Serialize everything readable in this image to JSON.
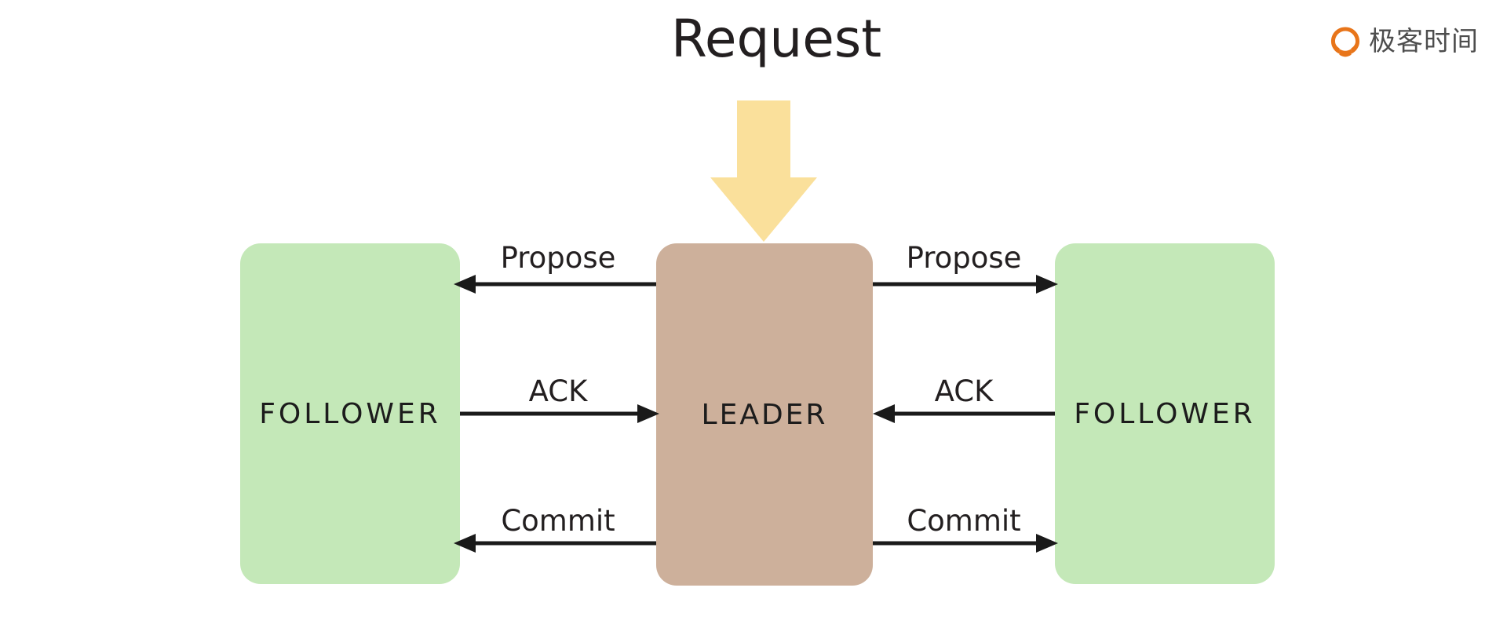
{
  "page": {
    "title": "Request",
    "background_color": "#ffffff"
  },
  "brand": {
    "name": "极客时间",
    "icon": "geektime-logo-icon",
    "icon_color": "#E8751A",
    "text_color": "#4d4d4d"
  },
  "colors": {
    "follower_fill": "#C4E8B8",
    "leader_fill": "#CDB09B",
    "request_arrow_fill": "#FAE09B",
    "message_arrow_stroke": "#1a1a1a",
    "text": "#231f20"
  },
  "nodes": [
    {
      "id": "follower-left",
      "label": "FOLLOWER",
      "role": "follower",
      "color": "#C4E8B8"
    },
    {
      "id": "leader",
      "label": "LEADER",
      "role": "leader",
      "color": "#CDB09B"
    },
    {
      "id": "follower-right",
      "label": "FOLLOWER",
      "role": "follower",
      "color": "#C4E8B8"
    }
  ],
  "request": {
    "label": "Request",
    "target": "leader",
    "arrow_direction": "down",
    "color": "#FAE09B"
  },
  "messages": {
    "left": [
      {
        "label": "Propose",
        "from": "leader",
        "to": "follower-left",
        "direction": "left"
      },
      {
        "label": "ACK",
        "from": "follower-left",
        "to": "leader",
        "direction": "right"
      },
      {
        "label": "Commit",
        "from": "leader",
        "to": "follower-left",
        "direction": "left"
      }
    ],
    "right": [
      {
        "label": "Propose",
        "from": "leader",
        "to": "follower-right",
        "direction": "right"
      },
      {
        "label": "ACK",
        "from": "follower-right",
        "to": "leader",
        "direction": "left"
      },
      {
        "label": "Commit",
        "from": "leader",
        "to": "follower-right",
        "direction": "right"
      }
    ]
  }
}
